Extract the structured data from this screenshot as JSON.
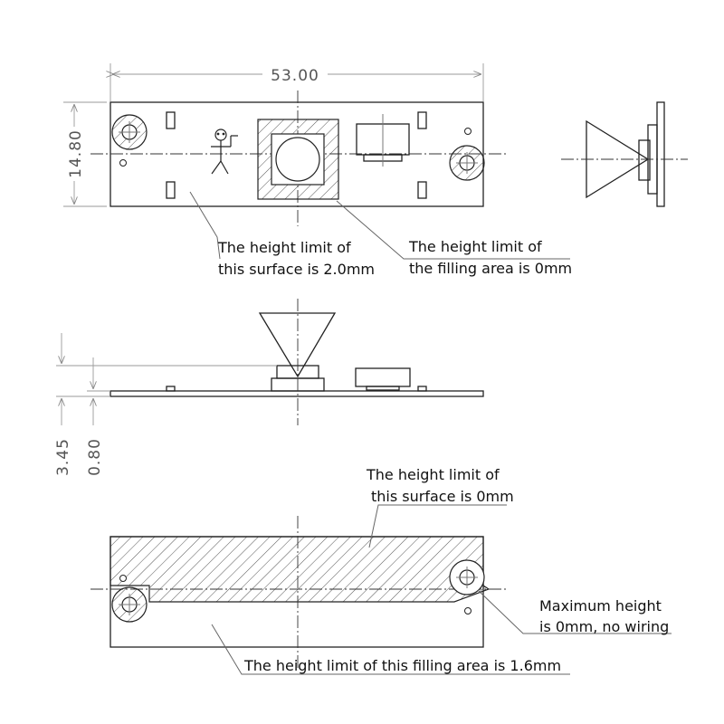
{
  "dimensions": {
    "width": "53.00",
    "height": "14.80",
    "total_height": "3.45",
    "board_thickness": "0.80"
  },
  "callouts": {
    "top_surface_limit_line1": "The height limit of",
    "top_surface_limit_line2": "this surface is 2.0mm",
    "filling_area_limit_line1": "The height limit of",
    "filling_area_limit_line2": "the filling area is 0mm",
    "bottom_surface_limit_line1": "The height limit of",
    "bottom_surface_limit_line2": "this surface is 0mm",
    "max_height_line1": "Maximum height",
    "max_height_line2": "is 0mm, no wiring",
    "bottom_filling_limit": "The height limit of this filling area is 1.6mm"
  }
}
